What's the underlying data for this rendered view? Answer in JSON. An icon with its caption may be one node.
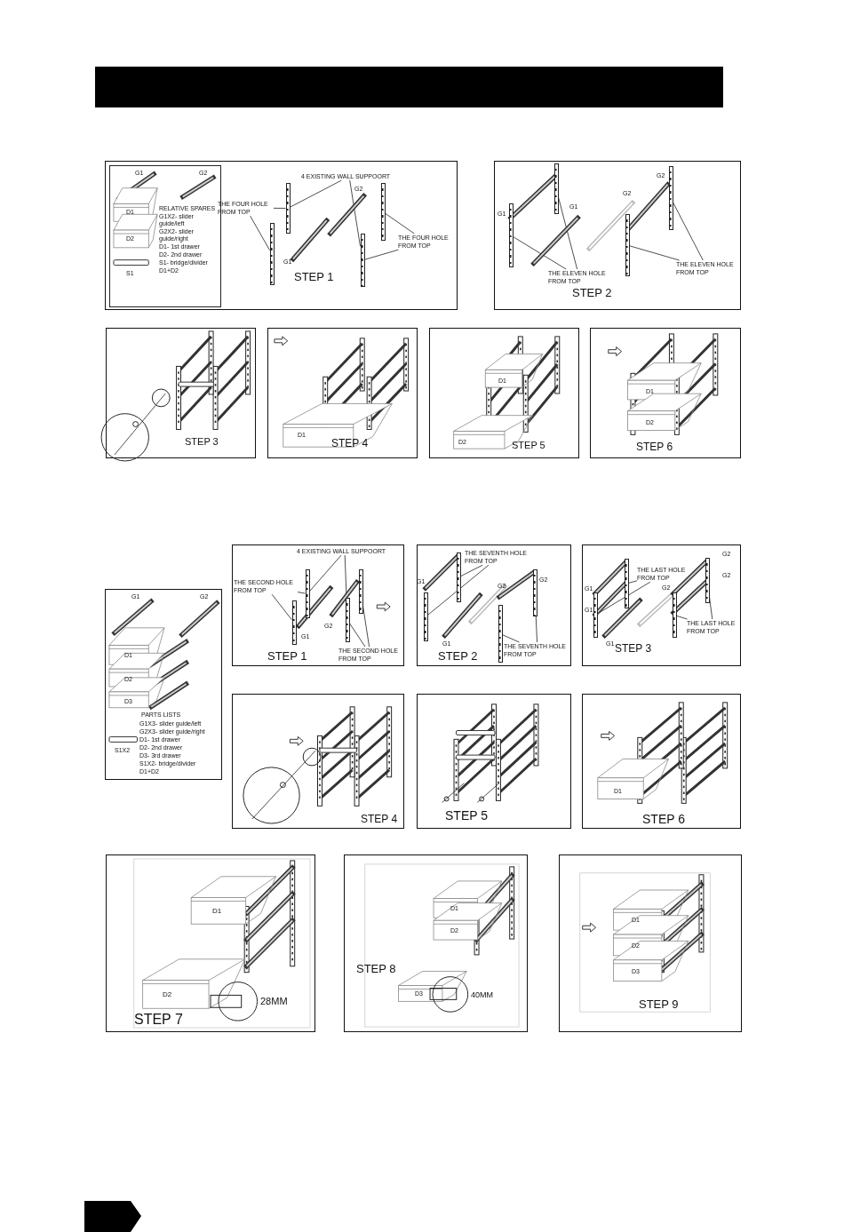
{
  "diagram": {
    "nodes": [
      {
        "text": [
          "G2",
          "G1",
          "STEP 1"
        ]
      },
      {
        "text": [
          "G1",
          "G2",
          "D1",
          "D2",
          "S1",
          "RELATIVE SPARES",
          "G1X2- slider guide/left",
          "G2X2- slider guide/right",
          "D1- 1st drawer",
          "D2- 2nd drawer",
          "S1- bridge/divider",
          "D1+D2"
        ],
        "in": 0
      },
      {
        "text": [
          "4 EXISTING WALL SUPPOORT"
        ],
        "in": 0
      },
      {
        "text": [
          "THE FOUR HOLE FROM TOP"
        ],
        "in": 0
      },
      {
        "text": [
          "THE FOUR HOLE FROM TOP"
        ],
        "in": 0
      },
      {
        "text": [
          "G1",
          "G1",
          "G2",
          "G2",
          "STEP 2"
        ]
      },
      {
        "text": [
          "THE ELEVEN HOLE FROM TOP"
        ],
        "in": 5
      },
      {
        "text": [
          "THE ELEVEN HOLE FROM TOP"
        ],
        "in": 5
      },
      {
        "text": [
          "STEP 3"
        ]
      },
      {
        "text": [
          "D1",
          "STEP 4"
        ]
      },
      {
        "text": [
          "D1",
          "D2",
          "STEP 5"
        ]
      },
      {
        "text": [
          "D1",
          "D2",
          "STEP 6"
        ]
      },
      {
        "text": [
          "G1",
          "G2",
          "D1",
          "D2",
          "D3",
          "PARTS LISTS",
          "S1X2",
          "G1X3- slider guide/left",
          "G2X3- slider guide/right",
          "D1- 1st drawer",
          "D2- 2nd drawer",
          "D3- 3rd drawer",
          "S1X2- bridge/divider",
          "D1+D2"
        ]
      },
      {
        "text": [
          "G2",
          "G1",
          "STEP 1"
        ]
      },
      {
        "text": [
          "4 EXISTING WALL SUPPOORT"
        ],
        "in": 13
      },
      {
        "text": [
          "THE SECOND HOLE FROM TOP"
        ],
        "in": 13
      },
      {
        "text": [
          "THE SECOND HOLE FROM TOP"
        ],
        "in": 13
      },
      {
        "text": [
          "G1",
          "G1",
          "G2",
          "G2",
          "STEP 2"
        ]
      },
      {
        "text": [
          "THE SEVENTH HOLE FROM TOP"
        ],
        "in": 17
      },
      {
        "text": [
          "THE SEVENTH HOLE FROM TOP"
        ],
        "in": 17
      },
      {
        "text": [
          "G1",
          "G1",
          "G1",
          "G2",
          "G2",
          "G2",
          "STEP 3"
        ]
      },
      {
        "text": [
          "THE LAST HOLE FROM TOP"
        ],
        "in": 20
      },
      {
        "text": [
          "THE LAST HOLE FROM TOP"
        ],
        "in": 20
      },
      {
        "text": [
          "STEP 4"
        ]
      },
      {
        "text": [
          "STEP 5"
        ]
      },
      {
        "text": [
          "D1",
          "STEP 6"
        ]
      },
      {
        "text": [
          "D1",
          "D2",
          "STEP 7"
        ]
      },
      {
        "text": [
          "D1",
          "D2",
          "D3",
          "STEP 8"
        ]
      },
      {
        "text": [
          "D1",
          "D2",
          "D3",
          "STEP 9"
        ]
      },
      {
        "text": [],
        "shape": "bar",
        "in": 0
      },
      {
        "text": [],
        "shape": "bar",
        "in": 0
      },
      {
        "text": [],
        "shape": "bar",
        "in": 0
      },
      {
        "text": [],
        "shape": "bar",
        "in": 0
      },
      {
        "text": [],
        "shape": "bar",
        "in": 5
      },
      {
        "text": [],
        "shape": "bar",
        "in": 5
      },
      {
        "text": [],
        "shape": "bar",
        "in": 5
      },
      {
        "text": [],
        "shape": "bar",
        "in": 5
      },
      {
        "text": [],
        "shape": "bar",
        "in": 13
      },
      {
        "text": [],
        "shape": "bar",
        "in": 13
      },
      {
        "text": [],
        "shape": "bar",
        "in": 13
      },
      {
        "text": [],
        "shape": "bar",
        "in": 13
      },
      {
        "text": [],
        "shape": "bar",
        "in": 17
      },
      {
        "text": [],
        "shape": "bar",
        "in": 17
      },
      {
        "text": [],
        "shape": "bar",
        "in": 17
      },
      {
        "text": [],
        "shape": "bar",
        "in": 17
      },
      {
        "text": [],
        "shape": "bar",
        "in": 20
      },
      {
        "text": [],
        "shape": "bar",
        "in": 20
      },
      {
        "text": [],
        "shape": "bar",
        "in": 20
      },
      {
        "text": [],
        "shape": "bar",
        "in": 20
      }
    ],
    "edges": [
      {
        "from": 2,
        "to": 29,
        "arrow": "none"
      },
      {
        "from": 2,
        "to": 32,
        "arrow": "none"
      },
      {
        "from": 3,
        "to": 29,
        "arrow": "none"
      },
      {
        "from": 3,
        "to": 30,
        "arrow": "none"
      },
      {
        "from": 4,
        "to": 31,
        "arrow": "none"
      },
      {
        "from": 4,
        "to": 32,
        "arrow": "none"
      },
      {
        "from": 6,
        "to": 34,
        "arrow": "none"
      },
      {
        "from": 6,
        "to": 33,
        "arrow": "none"
      },
      {
        "from": 7,
        "to": 36,
        "arrow": "none"
      },
      {
        "from": 7,
        "to": 35,
        "arrow": "none"
      },
      {
        "from": 14,
        "to": 37,
        "arrow": "none"
      },
      {
        "from": 14,
        "to": 40,
        "arrow": "none"
      },
      {
        "from": 15,
        "to": 37,
        "arrow": "none"
      },
      {
        "from": 15,
        "to": 38,
        "arrow": "none"
      },
      {
        "from": 16,
        "to": 40,
        "arrow": "none"
      },
      {
        "from": 16,
        "to": 39,
        "arrow": "none"
      },
      {
        "from": 18,
        "to": 41,
        "arrow": "none"
      },
      {
        "from": 18,
        "to": 42,
        "arrow": "none"
      },
      {
        "from": 19,
        "to": 44,
        "arrow": "none"
      },
      {
        "from": 19,
        "to": 43,
        "arrow": "none"
      },
      {
        "from": 21,
        "to": 45,
        "arrow": "none"
      },
      {
        "from": 21,
        "to": 46,
        "arrow": "none"
      },
      {
        "from": 22,
        "to": 48,
        "arrow": "none"
      },
      {
        "from": 22,
        "to": 47,
        "arrow": "none"
      }
    ],
    "labels": [
      "28MM",
      "40MM"
    ]
  }
}
